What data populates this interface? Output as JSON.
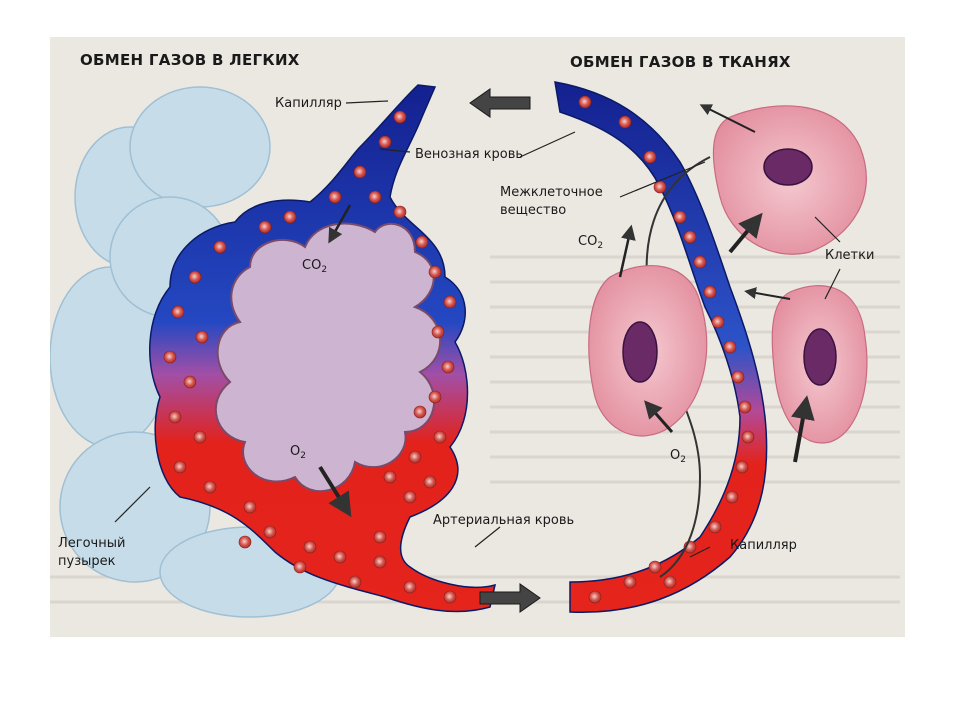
{
  "titles": {
    "lungs": "ОБМЕН ГАЗОВ В ЛЕГКИХ",
    "tissues": "ОБМЕН ГАЗОВ В ТКАНЯХ"
  },
  "labels": {
    "capillary_top": "Капилляр",
    "venous_blood": "Венозная кровь",
    "intercellular_1": "Межклеточное",
    "intercellular_2": "вещество",
    "cells": "Клетки",
    "alveolus_1": "Легочный",
    "alveolus_2": "пузырек",
    "arterial_blood": "Артериальная кровь",
    "capillary_bottom": "Капилляр"
  },
  "gases": {
    "co2_base": "CO",
    "co2_sub": "2",
    "o2_base": "O",
    "o2_sub": "2"
  },
  "colors": {
    "venous": "#1c2fa8",
    "arterial": "#e0201a",
    "cell": "#e9a1ad",
    "nucleus": "#6a2a66",
    "alveolus_light": "#c9dde9",
    "alveolus_inner": "#d2b7d2"
  }
}
